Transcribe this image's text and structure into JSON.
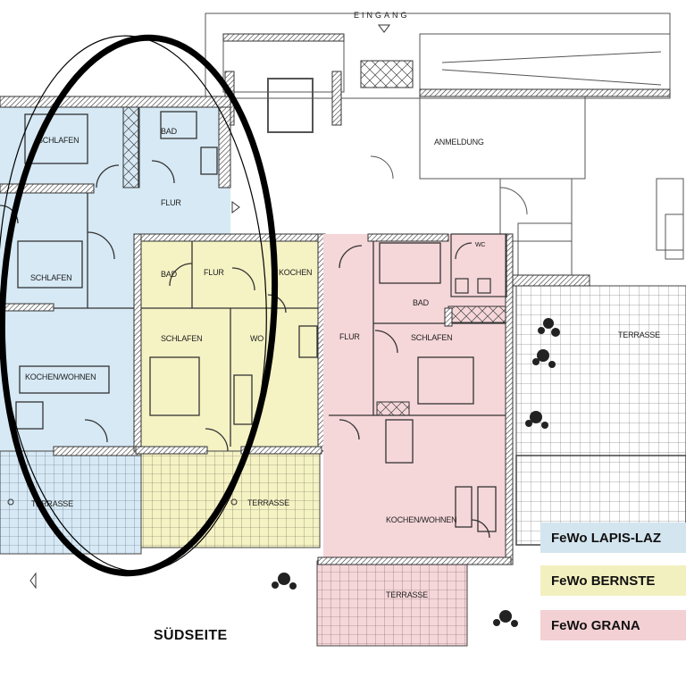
{
  "title": "SÜDSEITE",
  "entrance": "EINGANG",
  "colors": {
    "lapis": "#d6e9f5",
    "bernstein": "#f5f2c4",
    "granat": "#f5d6d9",
    "wall": "#333333"
  },
  "legend": [
    {
      "label": "FeWo LAPIS-LAZ",
      "color": "#d3e5ef"
    },
    {
      "label": "FeWo BERNSTE",
      "color": "#f3f0c0"
    },
    {
      "label": "FeWo GRANA",
      "color": "#f3d0d3"
    }
  ],
  "rooms": {
    "lapis_schlafen_1": "SCHLAFEN",
    "lapis_bad": "BAD",
    "lapis_flur": "FLUR",
    "lapis_schlafen_2": "SCHLAFEN",
    "lapis_kochen": "KOCHEN/WOHNEN",
    "lapis_terrasse": "TERRASSE",
    "bern_bad": "BAD",
    "bern_flur": "FLUR",
    "bern_kochen": "KOCHEN",
    "bern_schlafen": "SCHLAFEN",
    "bern_wo": "WO",
    "bern_terrasse": "TERRASSE",
    "gran_flur": "FLUR",
    "gran_bad": "BAD",
    "gran_schlafen": "SCHLAFEN",
    "gran_kochen": "KOCHEN/WOHNEN",
    "gran_terrasse": "TERRASSE",
    "wc": "WC",
    "anmeldung": "ANMELDUNG",
    "terrasse_east": "TERRASSE"
  }
}
